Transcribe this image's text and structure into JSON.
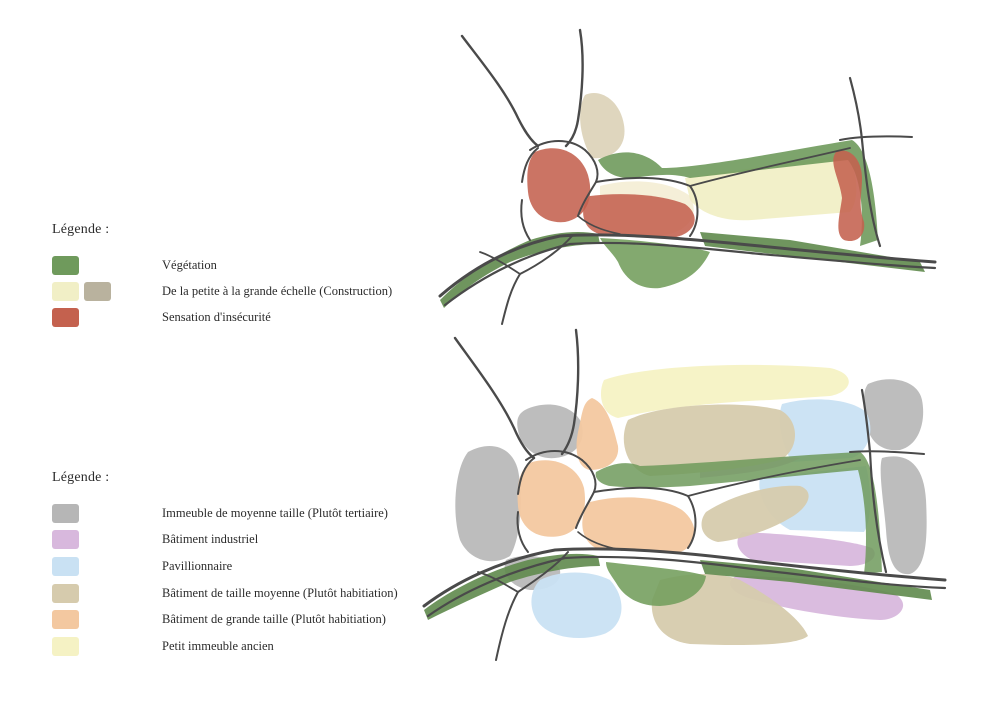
{
  "legend_top": {
    "title": "Légende :",
    "items": [
      {
        "label": "Végétation",
        "colors": [
          "#6f9a5c"
        ]
      },
      {
        "label": "De la petite à la grande échelle (Construction)",
        "colors": [
          "#f1efc6",
          "#b9b29e"
        ]
      },
      {
        "label": "Sensation d'insécurité",
        "colors": [
          "#c4614e"
        ]
      }
    ]
  },
  "legend_bottom": {
    "title": "Légende :",
    "items": [
      {
        "label": "Immeuble de moyenne taille (Plutôt tertiaire)",
        "colors": [
          "#b6b6b6"
        ]
      },
      {
        "label": "Bâtiment industriel",
        "colors": [
          "#d8b8dd"
        ]
      },
      {
        "label": "Pavillionnaire",
        "colors": [
          "#c9e1f3"
        ]
      },
      {
        "label": "Bâtiment de taille moyenne (Plutôt habitiation)",
        "colors": [
          "#d6cbad"
        ]
      },
      {
        "label": "Bâtiment de grande taille (Plutôt habitiation)",
        "colors": [
          "#f3c8a0"
        ]
      },
      {
        "label": "Petit immeuble ancien",
        "colors": [
          "#f5f2c4"
        ]
      }
    ]
  }
}
